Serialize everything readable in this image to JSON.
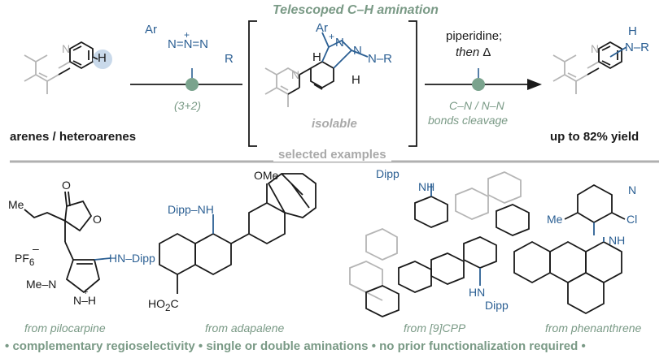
{
  "header": {
    "title": "Telescoped C–H amination",
    "cycloaddition_label": "(3+2)",
    "reagents_line1": "piperidine;",
    "reagents_line2_then": "then",
    "reagents_line2_delta": "Δ",
    "cleavage_line1": "C–N / N–N",
    "cleavage_line2": "bonds cleavage"
  },
  "substrate": {
    "caption": "arenes / heteroarenes"
  },
  "intermediate": {
    "caption": "isolable"
  },
  "product": {
    "caption": "up to 82% yield"
  },
  "atoms": {
    "N": "N",
    "H": "H",
    "R": "R",
    "Ar": "Ar",
    "plus": "+",
    "azide_chain": "N=N=N",
    "N_R": "N–R",
    "NH": "NH",
    "H_upper": "H",
    "N_lower": "N"
  },
  "section_label": "selected examples",
  "examples": [
    {
      "caption": "from pilocarpine",
      "labels": {
        "O": "O",
        "Me": "Me",
        "PF6": "PF",
        "PF6_sub": "6",
        "PF6_charge": "–",
        "HN_Dipp": "HN–Dipp",
        "MeN": "Me–N",
        "NH_plus": "N–H",
        "plus": "+",
        "N": "N"
      }
    },
    {
      "caption": "from adapalene",
      "labels": {
        "OMe": "OMe",
        "Dipp_NH": "Dipp–NH",
        "HO2C": "HO",
        "HO2C_sub": "2",
        "HO2C_tail": "C"
      }
    },
    {
      "caption": "from [9]CPP",
      "labels": {
        "Dipp_top": "Dipp",
        "NH_top": "NH",
        "HN_bot": "HN",
        "Dipp_bot": "Dipp"
      }
    },
    {
      "caption": "from phenanthrene",
      "labels": {
        "Me": "Me",
        "N": "N",
        "Cl": "Cl",
        "NH": "NH"
      }
    }
  ],
  "footer": {
    "items": [
      "complementary regioselectivity",
      "single or double aminations",
      "no prior functionalization required"
    ],
    "bullet": "•"
  },
  "colors": {
    "green": "#7a9a86",
    "blue": "#2b5f93",
    "grey": "#a9a9a9",
    "highlight": "#c9d9ea",
    "dot": "#7aa38d"
  }
}
